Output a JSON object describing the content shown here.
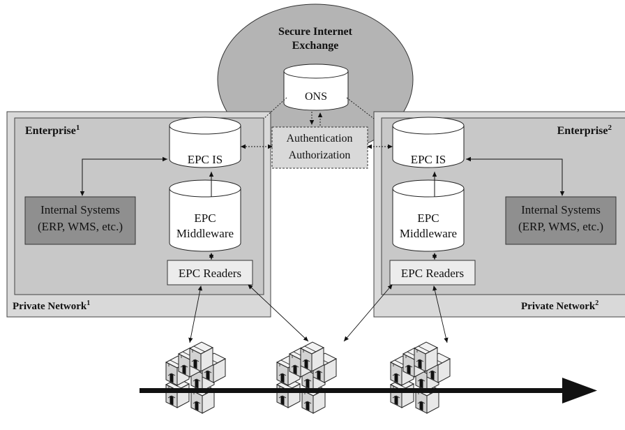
{
  "exchange": {
    "title_line1": "Secure Internet",
    "title_line2": "Exchange",
    "ons": "ONS"
  },
  "auth": {
    "line1": "Authentication",
    "line2": "Authorization"
  },
  "enterprise_left": {
    "name": "Enterprise",
    "sup": "1",
    "network": "Private Network",
    "network_sup": "1",
    "epc_is": "EPC IS",
    "middleware_line1": "EPC",
    "middleware_line2": "Middleware",
    "internal_line1": "Internal Systems",
    "internal_line2": "(ERP, WMS, etc.)",
    "readers": "EPC Readers"
  },
  "enterprise_right": {
    "name": "Enterprise",
    "sup": "2",
    "network": "Private Network",
    "network_sup": "2",
    "epc_is": "EPC IS",
    "middleware_line1": "EPC",
    "middleware_line2": "Middleware",
    "internal_line1": "Internal Systems",
    "internal_line2": "(ERP, WMS, etc.)",
    "readers": "EPC Readers"
  },
  "colors": {
    "exchange_fill": "#b4b4b4",
    "network_fill": "#d9d9d9",
    "enterprise_fill": "#c8c8c8",
    "internal_fill": "#8f8f8f",
    "box_fill": "#ececec"
  },
  "icons": [
    "database-icon",
    "package-box-icon",
    "flow-arrow-icon"
  ]
}
